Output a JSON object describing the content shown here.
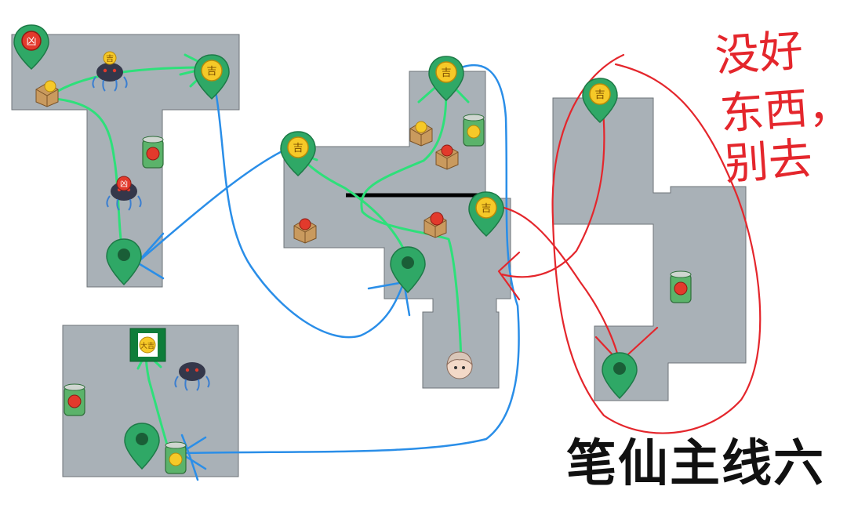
{
  "title": "笔仙主线六",
  "annotation": {
    "line1": "没好",
    "line2": "东西，",
    "line3": "别去"
  },
  "markers": {
    "ji_glyph": "吉",
    "xiong_glyph": "凶",
    "exit_glyph": "大吉"
  },
  "colors": {
    "room": "#a9b1b7",
    "green_route": "#2ee07a",
    "blue_route": "#2a8ee8",
    "red_note": "#e4262c",
    "pin": "#2fa866"
  }
}
